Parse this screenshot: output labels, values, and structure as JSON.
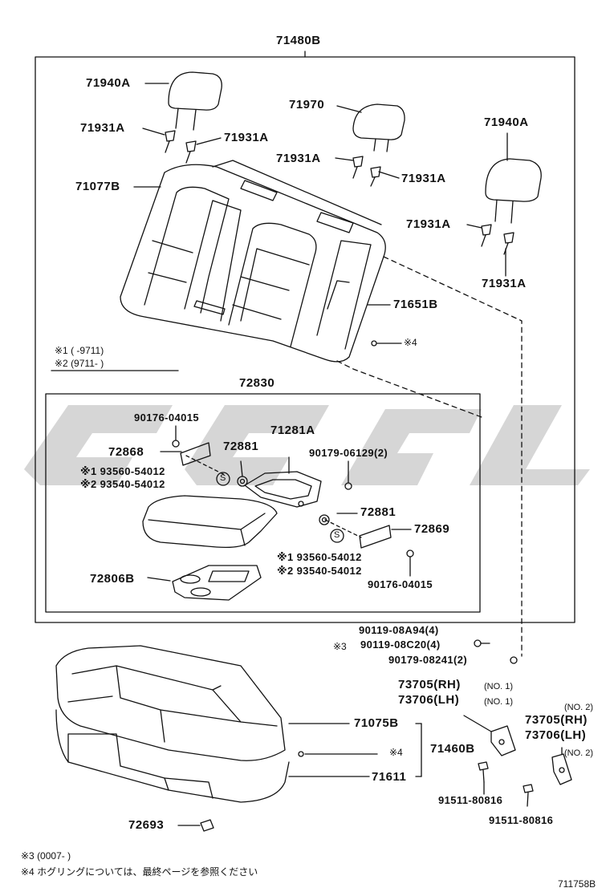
{
  "labels": {
    "top": "71480B",
    "headrest_l": "71940A",
    "headrest_c": "71970",
    "headrest_r": "71940A",
    "support_1": "71931A",
    "support_2": "71931A",
    "support_3": "71931A",
    "support_4": "71931A",
    "support_5": "71931A",
    "support_6": "71931A",
    "back_cover": "71077B",
    "back_pad": "71651B",
    "mark4_top": "※4",
    "note1": "※1 (     -9711)",
    "note2": "※2 (9711-     )",
    "armrest": "72830",
    "screw_a": "90176-04015",
    "cover_a": "72868",
    "hinge": "71281A",
    "bush_a": "72881",
    "bolt_a": "90179-06129(2)",
    "clip_a1": "※1 93560-54012",
    "clip_a2": "※2 93540-54012",
    "bush_b": "72881",
    "cover_b": "72869",
    "clip_b1": "※1 93560-54012",
    "clip_b2": "※2 93540-54012",
    "cupholder": "72806B",
    "screw_b": "90176-04015",
    "bolt_b": "90119-08A94(4)",
    "bolt_c": "90119-08C20(4)",
    "mark3": "※3",
    "bolt_d": "90179-08241(2)",
    "lock_rh1": "73705(RH)",
    "lock_no1a": "(NO. 1)",
    "lock_lh1": "73706(LH)",
    "lock_no1b": "(NO. 1)",
    "lock_no2a": "(NO. 2)",
    "lock_rh2": "73705(RH)",
    "lock_lh2": "73706(LH)",
    "lock_no2b": "(NO. 2)",
    "cushion_cover": "71075B",
    "cushion_pad_mark": "※4",
    "hog_ring": "71460B",
    "cushion_pad": "71611",
    "bolt_e": "91511-80816",
    "bolt_f": "91511-80816",
    "clip_c": "72693",
    "s_mark1": "S",
    "s_mark2": "S"
  },
  "footnotes": {
    "note3": "※3 (0007-        )",
    "note4": "※4 ホグリングについては、最終ページを参照ください"
  },
  "figure_id": "711758B"
}
